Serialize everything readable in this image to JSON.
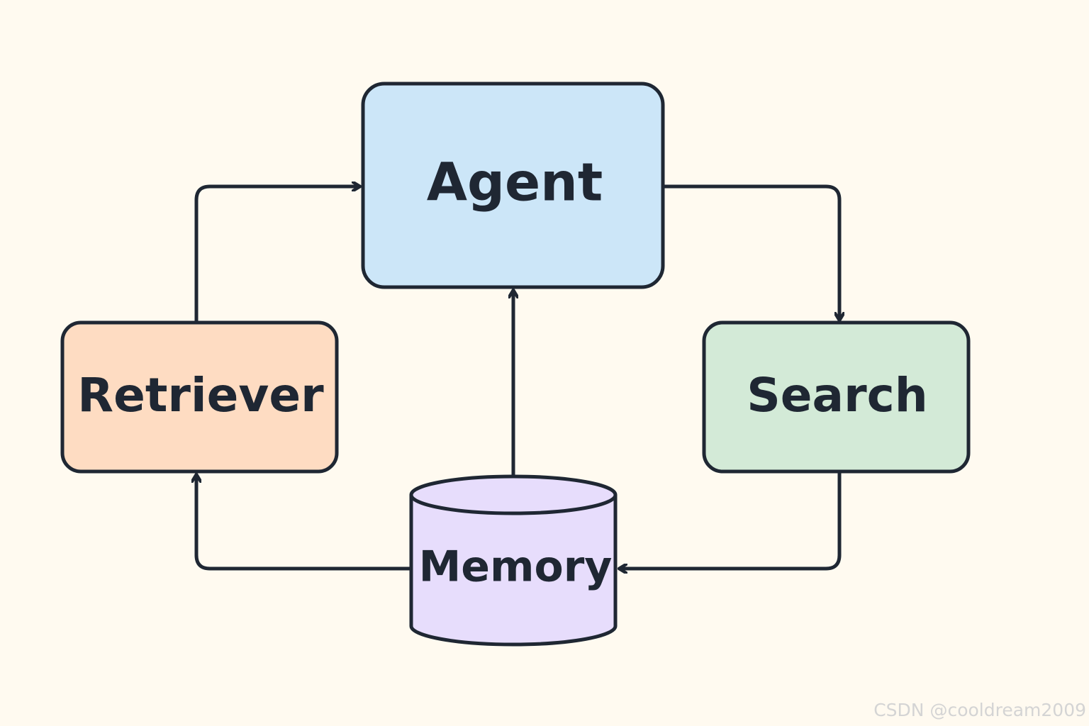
{
  "nodes": {
    "agent": {
      "label": "Agent",
      "fill": "#cce6f8"
    },
    "retriever": {
      "label": "Retriever",
      "fill": "#fedcc2"
    },
    "search": {
      "label": "Search",
      "fill": "#d3ead7"
    },
    "memory": {
      "label": "Memory",
      "fill": "#e7ddfc"
    }
  },
  "edges": [
    {
      "from": "retriever",
      "to": "agent"
    },
    {
      "from": "agent",
      "to": "search"
    },
    {
      "from": "search",
      "to": "memory"
    },
    {
      "from": "memory",
      "to": "agent"
    },
    {
      "from": "memory",
      "to": "retriever"
    }
  ],
  "colors": {
    "background": "#fffaf0",
    "stroke": "#1f2733",
    "watermark": "#d4d4d4"
  },
  "watermark": "CSDN @cooldream2009"
}
